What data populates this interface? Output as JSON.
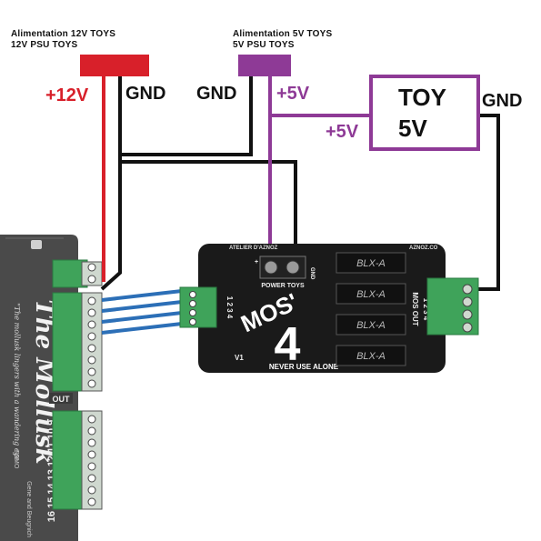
{
  "psu12": {
    "title_fr": "Alimentation 12V TOYS",
    "title_en": "12V PSU TOYS",
    "plus_label": "+12V",
    "gnd_label": "GND",
    "color": "#d8202a"
  },
  "psu5": {
    "title_fr": "Alimentation 5V TOYS",
    "title_en": "5V PSU TOYS",
    "plus_label": "+5V",
    "gnd_label": "GND",
    "color": "#8e3a96"
  },
  "toy": {
    "line1": "TOY",
    "line2": "5V",
    "plus_label": "+5V",
    "gnd_label": "GND"
  },
  "mollusk": {
    "title": "The Mollusk",
    "subtitle": "\"The mollusk lingers with a wandering eye",
    "out_label": "OUT",
    "pin_numbers": "16 15 14 13 12 11 10 9",
    "credit": "Gene and Beugnich",
    "model": "SSMO",
    "color": "#4a4a4a"
  },
  "mosboard": {
    "brand": "MOS'",
    "number": "4",
    "version": "V1",
    "top_left": "ATELIER D'AZNOZ",
    "top_right": "AZNOZ.CO",
    "power_label": "POWER TOYS",
    "gnd_small": "GND",
    "plus_small": "+",
    "footer": "NEVER USE ALONE",
    "relay_label": "BLX-A",
    "in_label": "1 2 3 4",
    "out_label": "MOS OUT",
    "out_pins": "1 2 3 4",
    "color": "#1a1a1a"
  },
  "colors": {
    "wire_black": "#111111",
    "wire_blue": "#2c6fb7",
    "terminal_green": "#3fa35a"
  }
}
